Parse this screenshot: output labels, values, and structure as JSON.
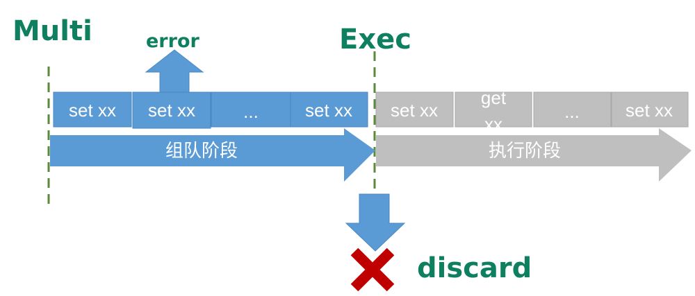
{
  "labels": {
    "multi": "Multi",
    "exec": "Exec",
    "error": "error",
    "discard": "discard"
  },
  "queue_phase": {
    "label": "组队阶段",
    "commands": [
      "set xx",
      "set xx",
      "...",
      "set xx"
    ]
  },
  "exec_phase": {
    "label": "执行阶段",
    "commands": [
      "set xx",
      "get",
      "xx",
      "...",
      "set xx"
    ]
  },
  "colors": {
    "title_green": "#0e7f5f",
    "blue": "#5b9bd5",
    "gray": "#bfbfbf",
    "red": "#c00000",
    "dash_green": "#5a8a3a"
  }
}
